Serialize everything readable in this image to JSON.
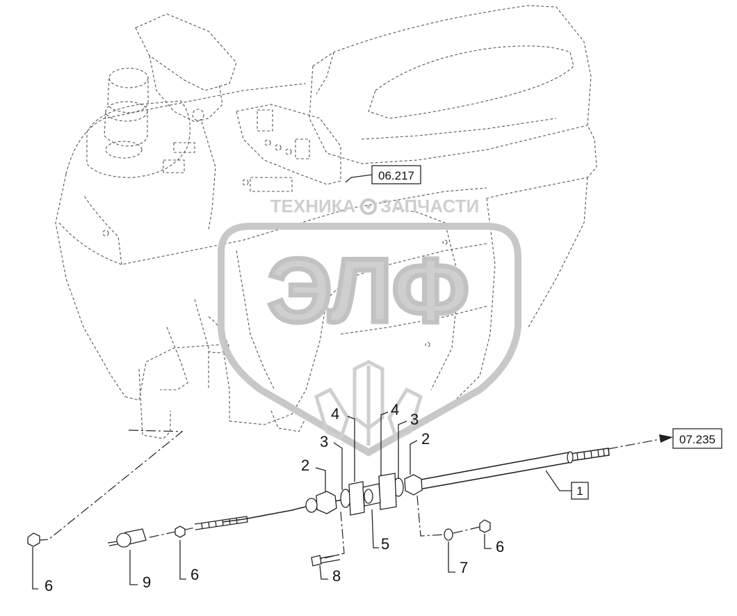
{
  "refs": {
    "top": "06.217",
    "right": "07.235",
    "item1": "1"
  },
  "callouts": {
    "c2_left": "2",
    "c2_right": "2",
    "c3_left": "3",
    "c3_right": "3",
    "c4_left": "4",
    "c4_right": "4",
    "c5": "5",
    "c6_left": "6",
    "c6_mid": "6",
    "c6_right": "6",
    "c7": "7",
    "c8": "8",
    "c9": "9"
  },
  "watermark": {
    "line1_left": "ТЕХНИКА",
    "line1_right": "ЗАПЧАСТИ",
    "logo": "ЭЛФ",
    "color": "#bdbdbd"
  }
}
